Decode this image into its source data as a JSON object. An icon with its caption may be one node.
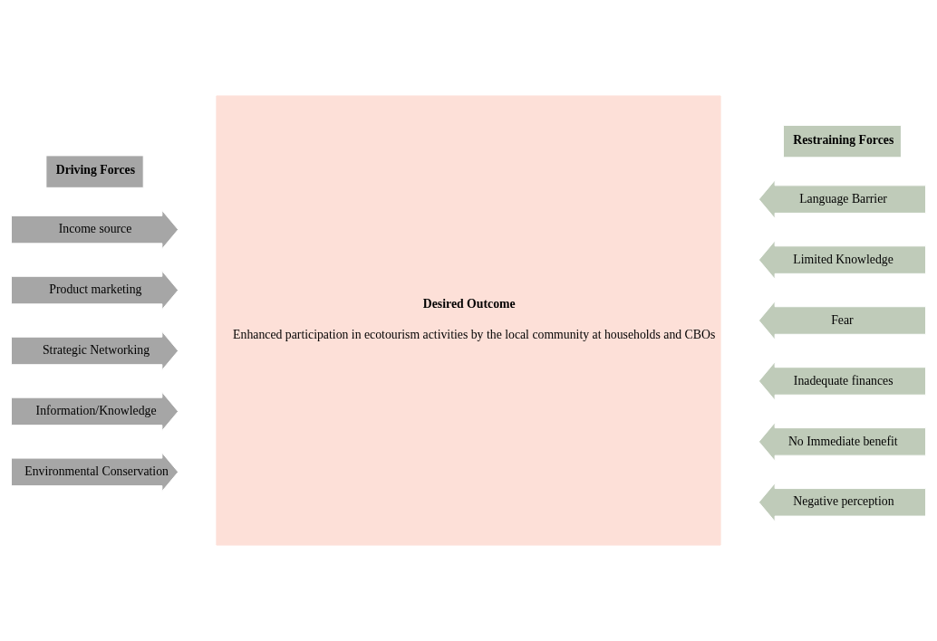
{
  "diagram": {
    "nodes": [
      {
        "text": [
          "Driving Forces"
        ]
      },
      {
        "text": [
          "Restraining Forces"
        ]
      },
      {
        "text": [
          "Desired Outcome",
          "Enhanced participation in ecotourism activities by the local community at households and CBOs"
        ]
      },
      {
        "text": [
          "Income source"
        ]
      },
      {
        "text": [
          "Product marketing"
        ]
      },
      {
        "text": [
          "Strategic Networking"
        ]
      },
      {
        "text": [
          "Information/Knowledge"
        ]
      },
      {
        "text": [
          "Environmental Conservation"
        ]
      },
      {
        "text": [
          "Language Barrier"
        ]
      },
      {
        "text": [
          "Limited Knowledge"
        ]
      },
      {
        "text": [
          "Fear"
        ]
      },
      {
        "text": [
          "Inadequate finances"
        ]
      },
      {
        "text": [
          "No Immediate benefit"
        ]
      },
      {
        "text": [
          "Negative perception"
        ]
      }
    ]
  }
}
